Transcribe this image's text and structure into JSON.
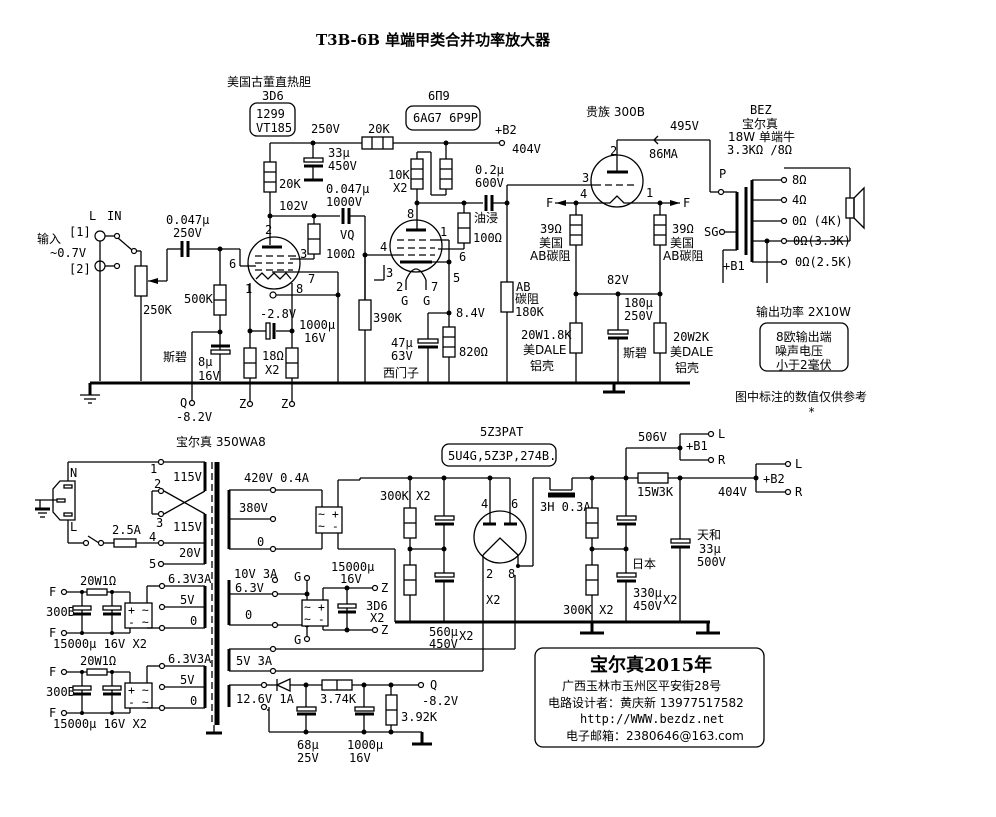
{
  "title": "T3B-6B 单端甲类合并功率放大器",
  "input": {
    "channel": "L",
    "in_label": "IN",
    "label": "输入",
    "level": "~0.7V",
    "jack1": "[1]",
    "jack2": "[2]",
    "pot": "250K"
  },
  "stage1": {
    "heading": "美国古董直热胆",
    "tube": "3D6",
    "alt_line1": "1299",
    "alt_line2": "VT185",
    "coupling_cap_value": "0.047μ",
    "coupling_cap_voltage": "250V",
    "grid_resistor": "500K",
    "bias_cap_brand": "斯碧",
    "bias_cap_value": "8μ",
    "bias_cap_voltage": "16V",
    "q_label": "Q",
    "q_voltage": "-8.2V",
    "supply_voltage": "250V",
    "plate_resistor": "20K",
    "plate_voltage": "102V",
    "filter_cap_value": "33μ",
    "filter_cap_voltage": "450V",
    "g2_resistor": "100Ω",
    "out_cap_value": "0.047μ",
    "out_cap_voltage": "1000V",
    "out_cap_brand": "VQ",
    "filament_voltage": "-2.8V",
    "fil_cap_value": "1000μ",
    "fil_cap_voltage": "16V",
    "fil_resistor": "18Ω",
    "fil_resistor_qty": "X2",
    "z_label": "Z",
    "pins": [
      "2",
      "3",
      "6",
      "1",
      "8",
      "7"
    ]
  },
  "stage2": {
    "tube": "6П9",
    "alt": "6AG7 6P9P",
    "supply_resistor": "20K",
    "b2_label": "+B2",
    "b2_voltage": "404V",
    "plate_resistor": "10K",
    "plate_resistor_qty": "X2",
    "coupling_cap_value": "0.2μ",
    "coupling_cap_voltage": "600V",
    "coupling_cap_type": "油浸",
    "g2_resistor": "100Ω",
    "grid_resistor": "390K",
    "cathode_cap_value": "47μ",
    "cathode_cap_voltage": "63V",
    "cathode_cap_brand": "西门子",
    "cathode_voltage": "8.4V",
    "cathode_resistor": "820Ω",
    "g_label": "G",
    "pins": [
      "8",
      "1",
      "4",
      "6",
      "3",
      "2",
      "7",
      "5"
    ]
  },
  "output_stage": {
    "tube_label": "贵族 300B",
    "plate_voltage": "495V",
    "current": "86MA",
    "grid_resistor_line1": "AB",
    "grid_resistor_line2": "碳阻",
    "grid_resistor_value": "180K",
    "f_label": "F",
    "hum_resistor": "39Ω",
    "hum_resistor_origin": "美国",
    "hum_resistor_type": "AB碳阻",
    "cathode_voltage": "82V",
    "cathode_cap_value": "180μ",
    "cathode_cap_voltage": "250V",
    "cathode_cap_brand": "斯碧",
    "res_left_value": "20W1.8K",
    "res_left_brand": "美DALE",
    "res_left_type": "铝壳",
    "res_right_value": "20W2K",
    "res_right_brand": "美DALE",
    "res_right_type": "铝壳",
    "pins": [
      "2",
      "3",
      "4",
      "1"
    ]
  },
  "output_transformer": {
    "brand_code": "BEZ",
    "brand": "宝尔真",
    "spec": "18W 单端牛",
    "impedance": "3.3KΩ /8Ω",
    "p_label": "P",
    "sg_label": "SG",
    "b1_label": "+B1",
    "taps": [
      "8Ω",
      "4Ω",
      "0Ω (4K)",
      "0Ω(3.3K)",
      "0Ω(2.5K)"
    ]
  },
  "specs": {
    "power": "输出功率 2X10W",
    "noise_line1": "8欧输出端",
    "noise_line2": "噪声电压",
    "noise_line3": "小于2毫伏",
    "note": "图中标注的数值仅供参考",
    "asterisk": "*"
  },
  "power_supply": {
    "transformer": "宝尔真 350WA8",
    "mains_n": "N",
    "mains_l": "L",
    "fuse": "2.5A",
    "primary_taps": [
      "1",
      "2",
      "3",
      "4",
      "5"
    ],
    "primary_voltages": [
      "115V",
      "115V",
      "20V"
    ],
    "hv_winding": "420V 0.4A",
    "hv_tap": "380V",
    "hv_zero": "0",
    "heater_3d6_winding": "10V 3A",
    "heater_3d6_tap": "6.3V",
    "heater_3d6_zero": "0",
    "heater_3d6_g": "G",
    "heater_3d6_cap_value": "15000μ",
    "heater_3d6_cap_voltage": "16V",
    "heater_3d6_z": "Z",
    "heater_3d6_tube": "3D6",
    "heater_3d6_qty": "X2",
    "heater_300b": [
      {
        "winding": "6.3V3A",
        "tap": "5V",
        "zero": "0",
        "resistor": "20W1Ω",
        "f_label": "F",
        "tube": "300B",
        "caps": "15000μ 16V X2"
      },
      {
        "winding": "6.3V3A",
        "tap": "5V",
        "zero": "0",
        "resistor": "20W1Ω",
        "f_label": "F",
        "tube": "300B",
        "caps": "15000μ 16V X2"
      }
    ],
    "rect_heater": "5V 3A",
    "bias_winding": "12.6V 1A",
    "bias_cap1_value": "68μ",
    "bias_cap1_voltage": "25V",
    "bias_resistor": "3.74K",
    "bias_cap2_value": "1000μ",
    "bias_cap2_voltage": "16V",
    "bias_load": "3.92K",
    "bias_q": "Q",
    "bias_voltage": "-8.2V",
    "rectifier": "5Z3PAT",
    "rectifier_alt": "5U4G,5Z3P,274B.",
    "rect_pins": [
      "4",
      "6",
      "2",
      "8"
    ],
    "rect_qty": "X2",
    "bleeder_left": "300K X2",
    "input_caps_value": "560μ",
    "input_caps_voltage": "450V",
    "input_caps_qty": "X2",
    "choke": "3H 0.3A",
    "b1_voltage": "506V",
    "b1_label": "+B1",
    "b2_label": "+B2",
    "b2_voltage": "404V",
    "l_label": "L",
    "r_label": "R",
    "drop_resistor": "15W3K",
    "bleeder_right": "300K X2",
    "main_caps_brand": "日本",
    "main_caps_value": "330μ",
    "main_caps_voltage": "450V",
    "main_caps_qty": "X2",
    "b2_cap_brand": "天和",
    "b2_cap_value": "33μ",
    "b2_cap_voltage": "500V"
  },
  "credits": {
    "title": "宝尔真2015年",
    "address": "广西玉林市玉州区平安街28号",
    "designer": "电路设计者：黄庆新 13977517582",
    "url": "http://WWW.bezdz.net",
    "email": "电子邮箱：2380646@163.com"
  }
}
